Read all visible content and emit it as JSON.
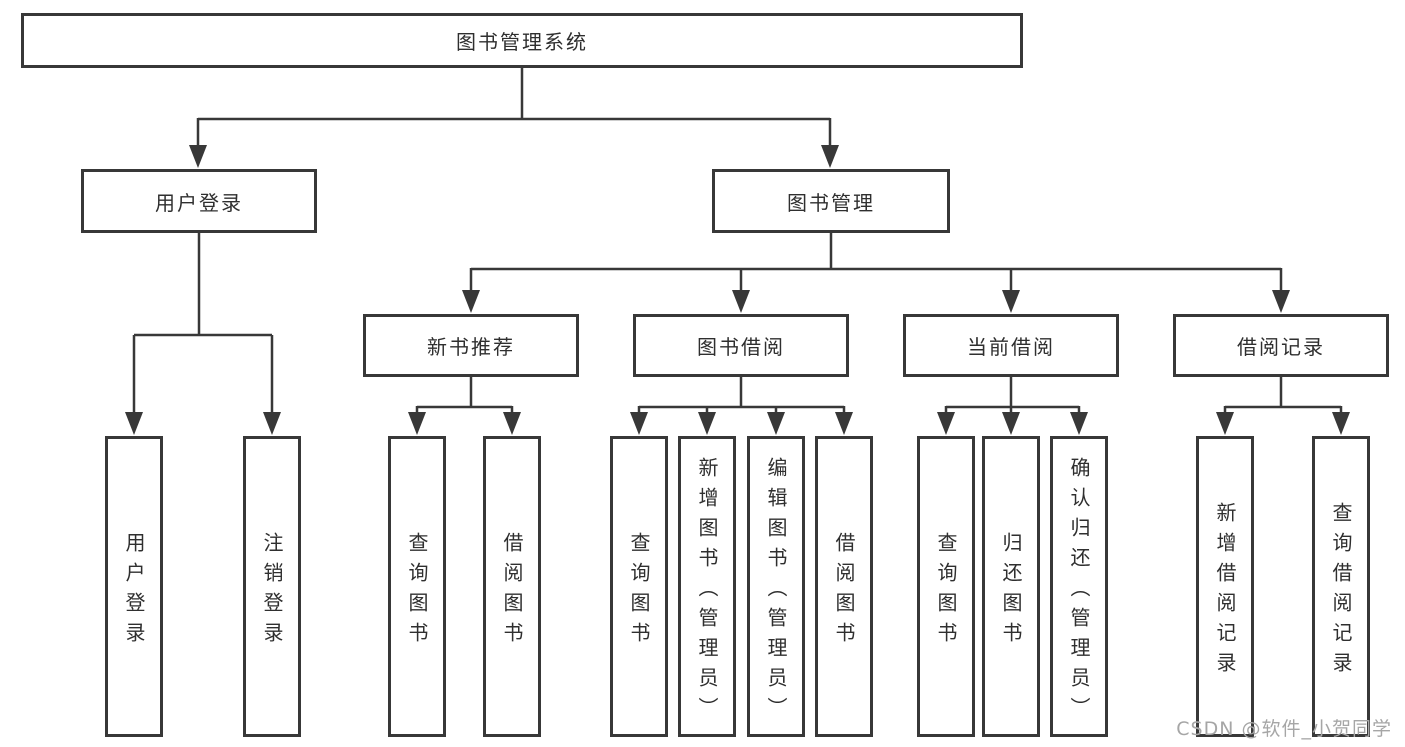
{
  "tree": {
    "label": "图书管理系统",
    "children": [
      {
        "label": "用户登录",
        "children": [
          {
            "label": "用户登录"
          },
          {
            "label": "注销登录"
          }
        ]
      },
      {
        "label": "图书管理",
        "children": [
          {
            "label": "新书推荐",
            "children": [
              {
                "label": "查询图书"
              },
              {
                "label": "借阅图书"
              }
            ]
          },
          {
            "label": "图书借阅",
            "children": [
              {
                "label": "查询图书"
              },
              {
                "label": "新增图书（管理员）"
              },
              {
                "label": "编辑图书（管理员）"
              },
              {
                "label": "借阅图书"
              }
            ]
          },
          {
            "label": "当前借阅",
            "children": [
              {
                "label": "查询图书"
              },
              {
                "label": "归还图书"
              },
              {
                "label": "确认归还（管理员）"
              }
            ]
          },
          {
            "label": "借阅记录",
            "children": [
              {
                "label": "新增借阅记录"
              },
              {
                "label": "查询借阅记录"
              }
            ]
          }
        ]
      }
    ]
  },
  "watermark": {
    "text": "CSDN @软件_小贺同学"
  },
  "colors": {
    "line": "#383838",
    "text": "#2f2f2f",
    "watermark": "#a6a6a6"
  }
}
